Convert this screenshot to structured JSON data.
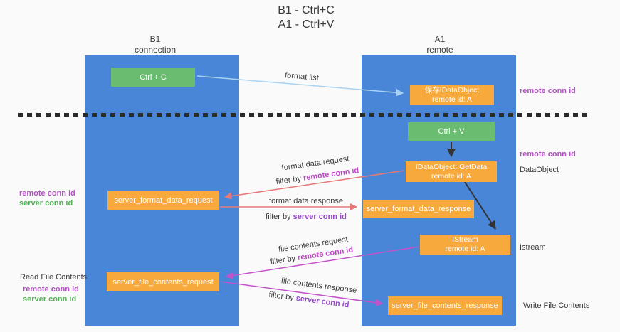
{
  "title": {
    "line1": "B1 - Ctrl+C",
    "line2": "A1 - Ctrl+V"
  },
  "lifelines": {
    "left": {
      "title": "B1",
      "subtitle": "connection"
    },
    "right": {
      "title": "A1",
      "subtitle": "remote"
    }
  },
  "nodes": {
    "ctrl_c": {
      "label": "Ctrl + C"
    },
    "save_idataobject": {
      "line1": "保存IDataObject",
      "line2": "remote id: A"
    },
    "ctrl_v": {
      "label": "Ctrl + V"
    },
    "getdata": {
      "line1": "IDataObject::GetData",
      "line2": "remote id: A"
    },
    "format_request": {
      "label": "server_format_data_request"
    },
    "format_response": {
      "label": "server_format_data_response"
    },
    "istream": {
      "line1": "IStream",
      "line2": "remote id: A"
    },
    "file_request": {
      "label": "server_file_contents_request"
    },
    "file_response": {
      "label": "server_file_contents_response"
    }
  },
  "arrow_labels": {
    "format_list": "format list",
    "format_data_request": {
      "title": "format data request",
      "filter_prefix": "filter by ",
      "filter_key": "remote conn id"
    },
    "format_data_response": {
      "title": "format data response",
      "filter_prefix": "filter by ",
      "filter_key": "server conn id"
    },
    "file_contents_request": {
      "title": "file contents request",
      "filter_prefix": "filter by ",
      "filter_key": "remote conn id"
    },
    "file_contents_response": {
      "title": "file contents response",
      "filter_prefix": "filter by ",
      "filter_key": "server conn id"
    }
  },
  "side_labels": {
    "right_remote_conn_id_top": "remote conn id",
    "right_remote_conn_id_mid": "remote conn id",
    "data_object": "DataObject",
    "istream": "Istream",
    "write_file_contents": "Write File Contents",
    "left_remote_conn_id_top": "remote conn id",
    "left_server_conn_id_top": "server conn id",
    "read_file_contents": "Read File Contents",
    "left_remote_conn_id_bottom": "remote conn id",
    "left_server_conn_id_bottom": "server conn id"
  },
  "colors": {
    "background": "#fafafa",
    "column_blue": "#4a86d8",
    "box_green": "#6abd70",
    "box_orange": "#f8a93c",
    "arrow_salmon": "#e57878",
    "arrow_magenta": "#c353c9",
    "arrow_light_blue": "#a9d3f0",
    "arrow_black": "#333333",
    "text_remote_conn_id": "#b153c1",
    "text_server_conn_id_green": "#53b156",
    "text_filter_remote": "#c244c8",
    "text_filter_server": "#9747cd",
    "separator_dash": "#2b2b2b"
  }
}
